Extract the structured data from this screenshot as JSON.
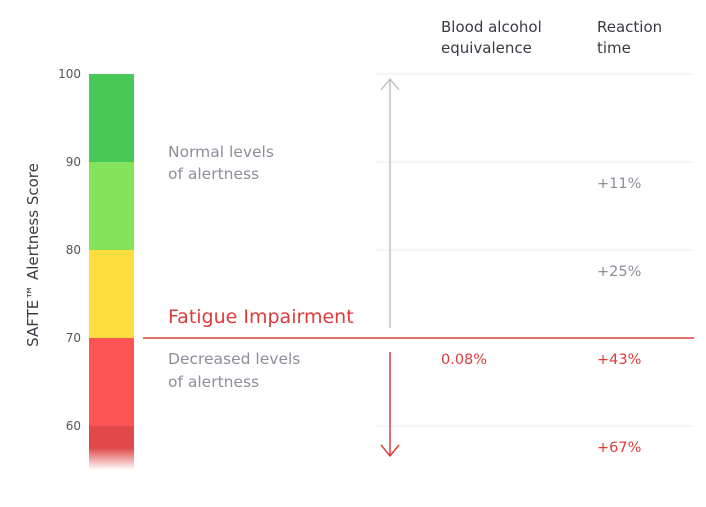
{
  "chart_data": {
    "type": "bar",
    "ylabel": "SAFTE™ Alertness Score",
    "ylim": [
      55,
      100
    ],
    "yticks": [
      100,
      90,
      80,
      70,
      60
    ],
    "columns": [
      {
        "header": [
          "Blood alcohol",
          "equivalence"
        ]
      },
      {
        "header": [
          "Reaction",
          "time"
        ]
      }
    ],
    "bands": [
      {
        "from": 90,
        "to": 100,
        "color": "#47c857"
      },
      {
        "from": 80,
        "to": 90,
        "color": "#85e35b"
      },
      {
        "from": 70,
        "to": 80,
        "color": "#fede3c"
      },
      {
        "from": 60,
        "to": 70,
        "color": "#ff5454"
      },
      {
        "from": 55,
        "to": 60,
        "color": "#e14948"
      }
    ],
    "threshold": {
      "value": 70,
      "label": "Fatigue Impairment",
      "color": "#de3b3b"
    },
    "zones": [
      {
        "lines": [
          "Normal levels",
          "of alertness"
        ],
        "at": 90,
        "direction": "up",
        "color": "#bfc2c7"
      },
      {
        "lines": [
          "Decreased levels",
          "of alertness"
        ],
        "at": 70,
        "direction": "down",
        "color": "#de3b3b"
      }
    ],
    "rows": [
      {
        "score": 90,
        "bac": "",
        "reaction": "+11%"
      },
      {
        "score": 80,
        "bac": "",
        "reaction": "+25%"
      },
      {
        "score": 70,
        "bac": "0.08%",
        "reaction": "+43%"
      },
      {
        "score": 60,
        "bac": "",
        "reaction": "+67%"
      }
    ],
    "colors": {
      "text": "#3a3a44",
      "muted": "#8a8f99",
      "impaired": "#de3b3b",
      "grid": "#eeeeee"
    }
  }
}
